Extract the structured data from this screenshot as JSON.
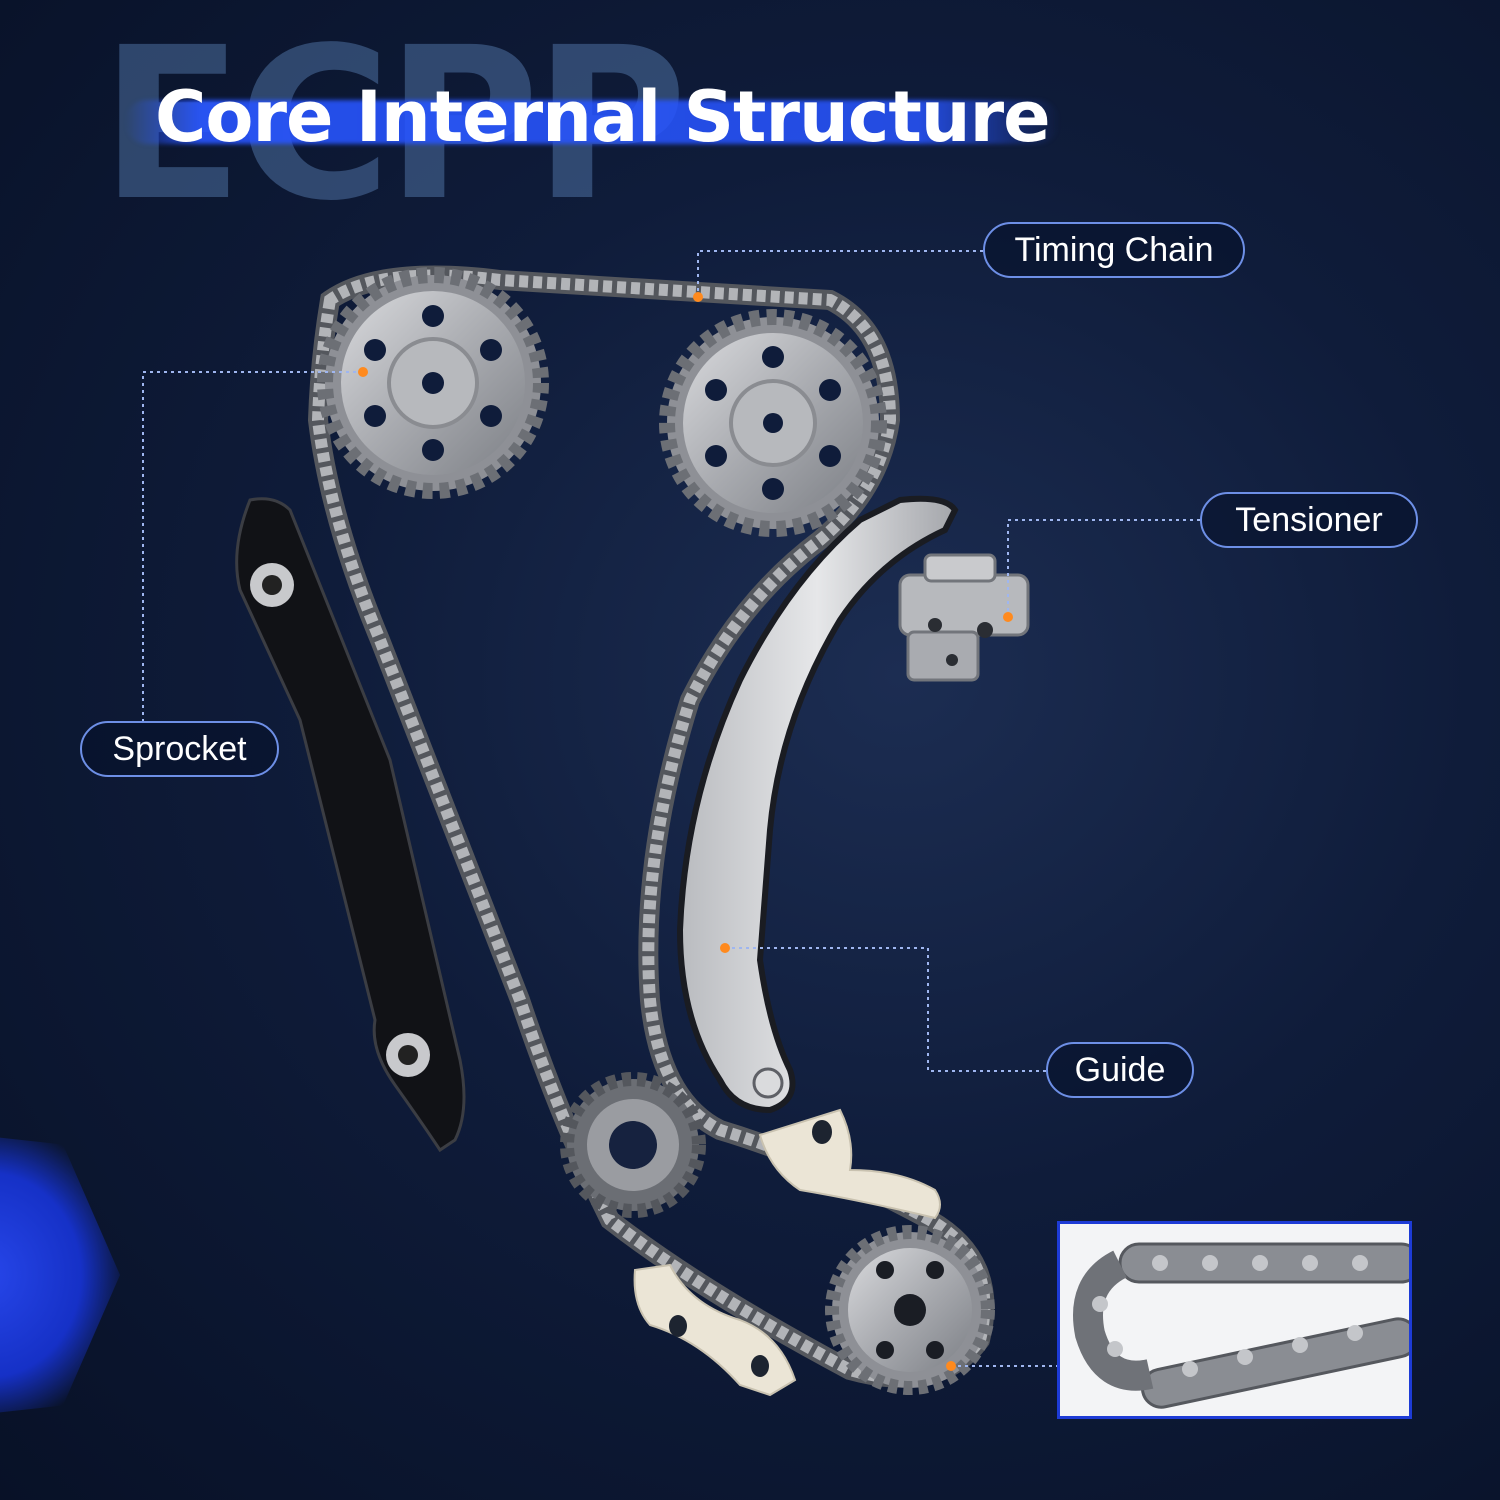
{
  "watermark": "ECPP",
  "title": "Core Internal Structure",
  "callouts": {
    "timing_chain": "Timing Chain",
    "tensioner": "Tensioner",
    "sprocket": "Sprocket",
    "guide": "Guide"
  },
  "colors": {
    "accent": "#2a52ff",
    "callout_border": "#6d8fe6",
    "marker": "#ff8a1e",
    "background": "#0f1c3a"
  }
}
